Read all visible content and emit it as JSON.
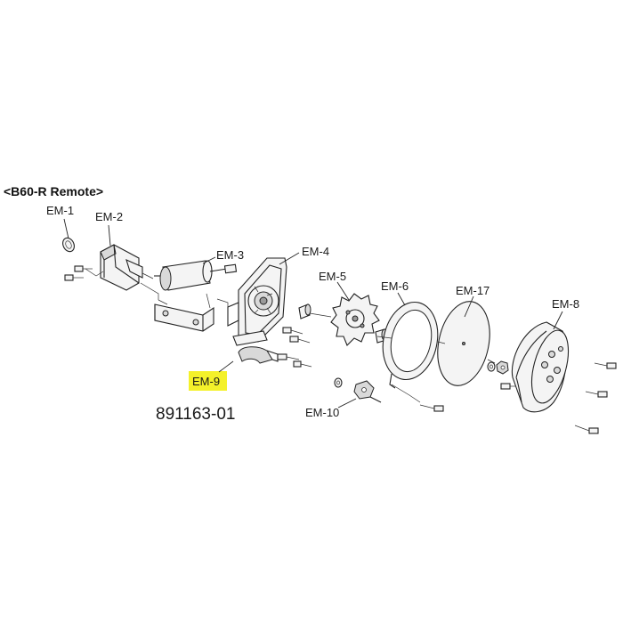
{
  "diagram": {
    "title": "<B60-R Remote>",
    "part_number": "891163-01",
    "highlight_color": "#f4f12a",
    "labels": {
      "em1": "EM-1",
      "em2": "EM-2",
      "em3": "EM-3",
      "em4": "EM-4",
      "em5": "EM-5",
      "em6": "EM-6",
      "em17": "EM-17",
      "em8": "EM-8",
      "em9": "EM-9",
      "em10": "EM-10"
    }
  }
}
